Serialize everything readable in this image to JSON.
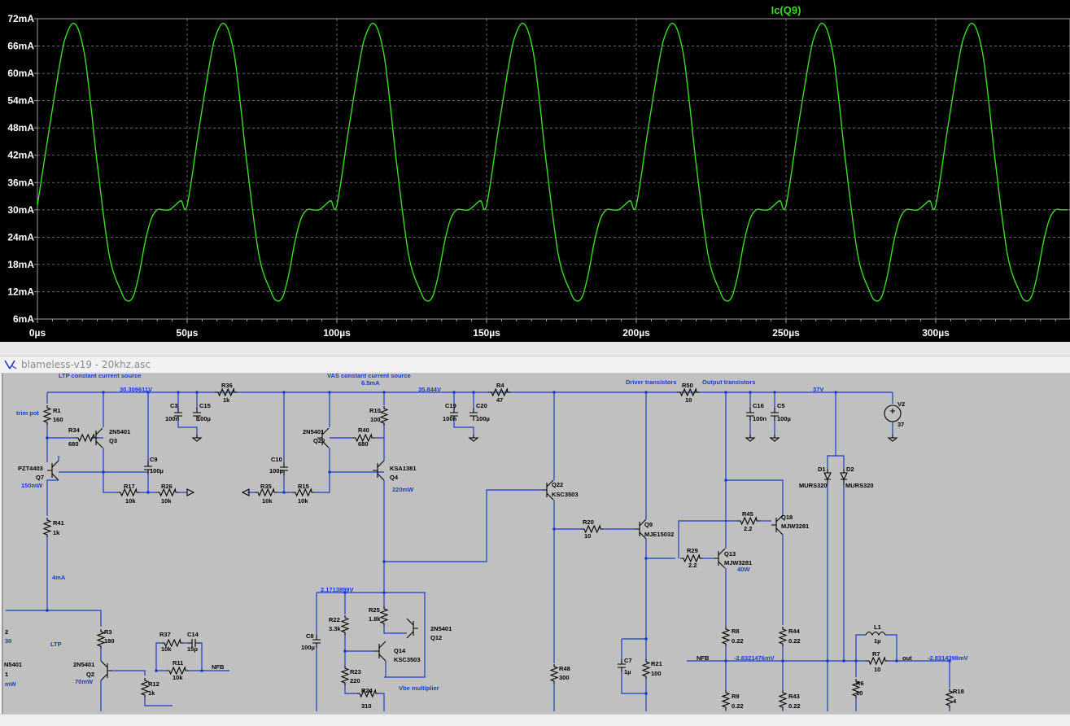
{
  "plot": {
    "trace_name": "Ic(Q9)",
    "trace_color": "#3cdc28",
    "y_ticks": [
      "72mA",
      "66mA",
      "60mA",
      "54mA",
      "48mA",
      "42mA",
      "36mA",
      "30mA",
      "24mA",
      "18mA",
      "12mA",
      "6mA"
    ],
    "x_ticks": [
      "0µs",
      "50µs",
      "100µs",
      "150µs",
      "200µs",
      "250µs",
      "300µs"
    ]
  },
  "chart_data": {
    "type": "line",
    "title": "",
    "xlabel": "",
    "ylabel": "",
    "xlim": [
      0,
      345
    ],
    "ylim": [
      6,
      72
    ],
    "x_unit": "µs",
    "y_unit": "mA",
    "grid": true,
    "period_us": 50,
    "series": [
      {
        "name": "Ic(Q9)",
        "x": [
          0,
          4,
          8,
          10,
          12,
          14,
          16,
          18,
          20,
          24,
          28,
          30,
          32,
          34,
          36,
          38,
          40,
          42,
          44,
          46,
          48,
          50
        ],
        "y": [
          31,
          48,
          64,
          69,
          71,
          69,
          63,
          52,
          40,
          20,
          12,
          10,
          11,
          16,
          23,
          28,
          30,
          30,
          30,
          31,
          32,
          35
        ]
      }
    ]
  },
  "schematic": {
    "window_title": "blameless-v19 - 20khz.asc",
    "blue_labels": [
      {
        "id": "ltp_ccs",
        "text": "LTP constant current source"
      },
      {
        "id": "vas_ccs",
        "text": "VAS constant current source"
      },
      {
        "id": "vas_ma",
        "text": "6.5mA"
      },
      {
        "id": "v30",
        "text": "30.309611V"
      },
      {
        "id": "v35",
        "text": "35.844V"
      },
      {
        "id": "drivers",
        "text": "Driver transistors"
      },
      {
        "id": "outputs",
        "text": "Output transistors"
      },
      {
        "id": "v37",
        "text": "37V"
      },
      {
        "id": "trim",
        "text": "trim pot"
      },
      {
        "id": "q7w",
        "text": "150mW"
      },
      {
        "id": "q4w",
        "text": "220mW"
      },
      {
        "id": "ma4",
        "text": "4mA"
      },
      {
        "id": "ltp",
        "text": "LTP"
      },
      {
        "id": "q2w",
        "text": "70mW"
      },
      {
        "id": "v2171",
        "text": "2.1713899V"
      },
      {
        "id": "vbe",
        "text": "Vbe multiplier"
      },
      {
        "id": "q13w",
        "text": "40W"
      },
      {
        "id": "nfbv",
        "text": "-2.8321476mV"
      },
      {
        "id": "outv",
        "text": "-2.8314398mV"
      },
      {
        "id": "partial_v",
        "text": "30"
      },
      {
        "id": "partial_mw",
        "text": "mW"
      }
    ],
    "black_labels": [
      {
        "id": "R1",
        "text": "R1"
      },
      {
        "id": "R1v",
        "text": "160"
      },
      {
        "id": "R34",
        "text": "R34"
      },
      {
        "id": "R34v",
        "text": "680"
      },
      {
        "id": "Q3t",
        "text": "2N5401"
      },
      {
        "id": "Q3",
        "text": "Q3"
      },
      {
        "id": "Q7t",
        "text": "PZT4403"
      },
      {
        "id": "Q7",
        "text": "Q7"
      },
      {
        "id": "C9",
        "text": "C9"
      },
      {
        "id": "C9v",
        "text": "100µ"
      },
      {
        "id": "R17",
        "text": "R17"
      },
      {
        "id": "R17v",
        "text": "10k"
      },
      {
        "id": "R26",
        "text": "R26"
      },
      {
        "id": "R26v",
        "text": "10k"
      },
      {
        "id": "C3",
        "text": "C3"
      },
      {
        "id": "C3v",
        "text": "100n"
      },
      {
        "id": "C15",
        "text": "C15"
      },
      {
        "id": "C15v",
        "text": "100µ"
      },
      {
        "id": "R36",
        "text": "R36"
      },
      {
        "id": "R36v",
        "text": "1k"
      },
      {
        "id": "R41",
        "text": "R41"
      },
      {
        "id": "R41v",
        "text": "1k"
      },
      {
        "id": "Q20t",
        "text": "2N5401"
      },
      {
        "id": "Q20",
        "text": "Q20"
      },
      {
        "id": "R40",
        "text": "R40"
      },
      {
        "id": "R40v",
        "text": "680"
      },
      {
        "id": "R10",
        "text": "R10"
      },
      {
        "id": "R10v",
        "text": "100"
      },
      {
        "id": "Q4t",
        "text": "KSA1381"
      },
      {
        "id": "Q4",
        "text": "Q4"
      },
      {
        "id": "C10",
        "text": "C10"
      },
      {
        "id": "C10v",
        "text": "100µ"
      },
      {
        "id": "R35",
        "text": "R35"
      },
      {
        "id": "R35v",
        "text": "10k"
      },
      {
        "id": "R15",
        "text": "R15"
      },
      {
        "id": "R15v",
        "text": "10k"
      },
      {
        "id": "C19",
        "text": "C19"
      },
      {
        "id": "C19v",
        "text": "100n"
      },
      {
        "id": "C20",
        "text": "C20"
      },
      {
        "id": "C20v",
        "text": "100µ"
      },
      {
        "id": "R4",
        "text": "R4"
      },
      {
        "id": "R4v",
        "text": "47"
      },
      {
        "id": "Q22",
        "text": "Q22"
      },
      {
        "id": "Q22t",
        "text": "KSC3503"
      },
      {
        "id": "R20",
        "text": "R20"
      },
      {
        "id": "R20v",
        "text": "10"
      },
      {
        "id": "Q9",
        "text": "Q9"
      },
      {
        "id": "Q9t",
        "text": "MJE15032"
      },
      {
        "id": "R50",
        "text": "R50"
      },
      {
        "id": "R50v",
        "text": "10"
      },
      {
        "id": "C16",
        "text": "C16"
      },
      {
        "id": "C16v",
        "text": "100n"
      },
      {
        "id": "C5",
        "text": "C5"
      },
      {
        "id": "C5v",
        "text": "100µ"
      },
      {
        "id": "V2",
        "text": "V2"
      },
      {
        "id": "V2v",
        "text": "37"
      },
      {
        "id": "D1",
        "text": "D1"
      },
      {
        "id": "D2",
        "text": "D2"
      },
      {
        "id": "D1t",
        "text": "MURS320"
      },
      {
        "id": "D2t",
        "text": "MURS320"
      },
      {
        "id": "R45",
        "text": "R45"
      },
      {
        "id": "R45v",
        "text": "2.2"
      },
      {
        "id": "Q18",
        "text": "Q18"
      },
      {
        "id": "Q18t",
        "text": "MJW3281"
      },
      {
        "id": "R29",
        "text": "R29"
      },
      {
        "id": "R29v",
        "text": "2.2"
      },
      {
        "id": "Q13",
        "text": "Q13"
      },
      {
        "id": "Q13t",
        "text": "MJW3281"
      },
      {
        "id": "R3",
        "text": "R3"
      },
      {
        "id": "R3v",
        "text": "180"
      },
      {
        "id": "Q2t",
        "text": "2N5401"
      },
      {
        "id": "Q2",
        "text": "Q2"
      },
      {
        "id": "R12",
        "text": "R12"
      },
      {
        "id": "R12v",
        "text": "1k"
      },
      {
        "id": "R37",
        "text": "R37"
      },
      {
        "id": "R37v",
        "text": "10k"
      },
      {
        "id": "C14",
        "text": "C14"
      },
      {
        "id": "C14v",
        "text": "15p"
      },
      {
        "id": "R11",
        "text": "R11"
      },
      {
        "id": "R11v",
        "text": "10k"
      },
      {
        "id": "NFB1",
        "text": "NFB"
      },
      {
        "id": "C8",
        "text": "C8"
      },
      {
        "id": "C8v",
        "text": "100µ"
      },
      {
        "id": "R22",
        "text": "R22"
      },
      {
        "id": "R22v",
        "text": "3.3k"
      },
      {
        "id": "R25",
        "text": "R25"
      },
      {
        "id": "R25v",
        "text": "1.8k"
      },
      {
        "id": "Q12t",
        "text": "2N5401"
      },
      {
        "id": "Q12",
        "text": "Q12"
      },
      {
        "id": "Q14",
        "text": "Q14"
      },
      {
        "id": "Q14t",
        "text": "KSC3503"
      },
      {
        "id": "R23",
        "text": "R23"
      },
      {
        "id": "R23v",
        "text": "220"
      },
      {
        "id": "R24",
        "text": "R24"
      },
      {
        "id": "R24v",
        "text": "310"
      },
      {
        "id": "R48",
        "text": "R48"
      },
      {
        "id": "R48v",
        "text": "300"
      },
      {
        "id": "C7",
        "text": "C7"
      },
      {
        "id": "C7v",
        "text": "1µ"
      },
      {
        "id": "R21",
        "text": "R21"
      },
      {
        "id": "R21v",
        "text": "100"
      },
      {
        "id": "NFB2",
        "text": "NFB"
      },
      {
        "id": "R8",
        "text": "R8"
      },
      {
        "id": "R8v",
        "text": "0.22"
      },
      {
        "id": "R44",
        "text": "R44"
      },
      {
        "id": "R44v",
        "text": "0.22"
      },
      {
        "id": "R9",
        "text": "R9"
      },
      {
        "id": "R9v",
        "text": "0.22"
      },
      {
        "id": "R43",
        "text": "R43"
      },
      {
        "id": "R43v",
        "text": "0.22"
      },
      {
        "id": "L1",
        "text": "L1"
      },
      {
        "id": "L1v",
        "text": "1µ"
      },
      {
        "id": "R7",
        "text": "R7"
      },
      {
        "id": "R7v",
        "text": "10"
      },
      {
        "id": "out",
        "text": "out"
      },
      {
        "id": "R6",
        "text": "R6"
      },
      {
        "id": "R6v",
        "text": "10"
      },
      {
        "id": "R18",
        "text": "R18"
      },
      {
        "id": "R18v",
        "text": "4"
      },
      {
        "id": "pq",
        "text": "2"
      },
      {
        "id": "p5401",
        "text": "N5401"
      },
      {
        "id": "p1",
        "text": "1"
      }
    ]
  }
}
